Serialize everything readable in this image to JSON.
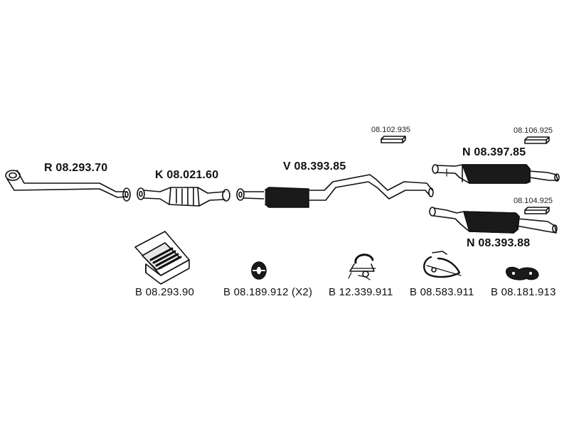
{
  "parts": {
    "front_pipe": "R 08.293.70",
    "catalyst": "K 08.021.60",
    "middle_silencer": "V 08.393.85",
    "rear_silencer_1": "N 08.397.85",
    "rear_silencer_2": "N 08.393.88"
  },
  "refs": {
    "bracket_mid": "08.102.935",
    "bracket_rear_1": "08.106.925",
    "bracket_rear_2": "08.104.925"
  },
  "mounting": {
    "kit": "B 08.293.90",
    "ring": "B 08.189.912 (X2)",
    "clamp": "B 12.339.911",
    "hanger": "B 08.583.911",
    "rubber": "B 08.181.913"
  }
}
